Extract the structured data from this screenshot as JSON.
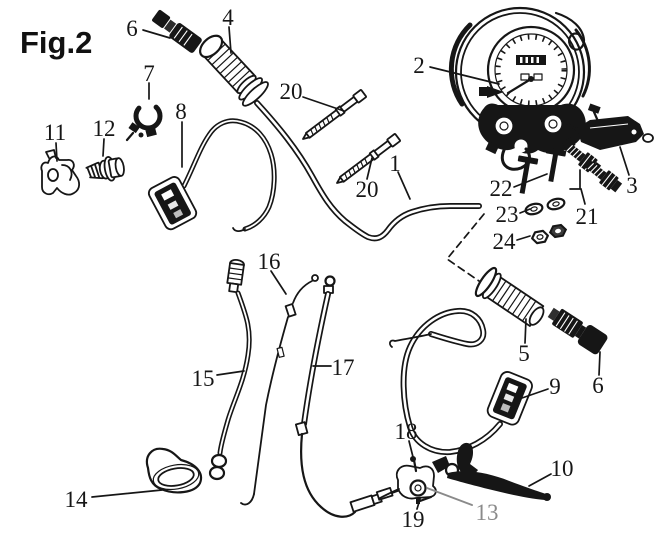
{
  "figure": {
    "title": "Fig.2"
  },
  "palette": {
    "ink": "#161616",
    "paper": "#ffffff",
    "muted_callout": "#8a8a8a"
  },
  "callouts": {
    "handlebar": "1",
    "speedometer": "2",
    "bracket": "3",
    "left_grip": "4",
    "throttle_grip": "5",
    "bar_end_left": "6",
    "bar_end_right": "6",
    "clamp": "7",
    "left_switch": "8",
    "right_switch": "9",
    "brake_lever": "10",
    "cable_guide": "11",
    "flange_bolt": "12",
    "lever_pivot": "13",
    "rubber_boot": "14",
    "cable_left": "15",
    "cable_middle": "16",
    "cable_right": "17",
    "upper_screw": "18",
    "lower_screw": "19",
    "bolt_upper": "20",
    "bolt_lower": "20",
    "bolt_pair": "21",
    "t_bolts": "22",
    "washers": "23",
    "nuts": "24"
  }
}
